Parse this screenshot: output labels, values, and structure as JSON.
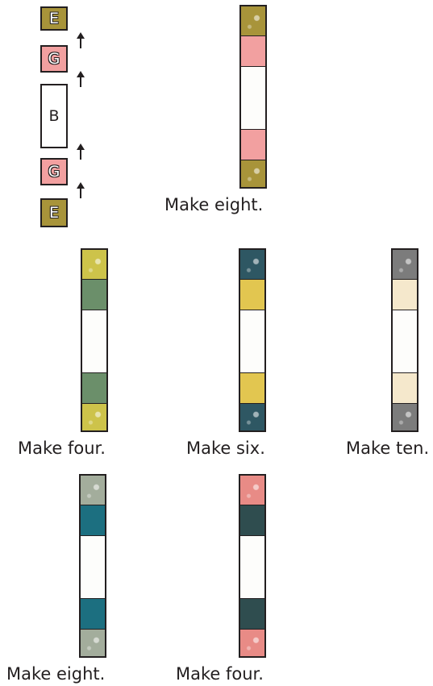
{
  "assembly_key": {
    "pieces": [
      {
        "letter": "E",
        "color": "#a8943a",
        "print": true
      },
      {
        "letter": "G",
        "color": "#f2a0a0",
        "print": false
      },
      {
        "letter": "B",
        "color": "#ffffff",
        "print": false
      },
      {
        "letter": "G",
        "color": "#f2a0a0",
        "print": false
      },
      {
        "letter": "E",
        "color": "#a8943a",
        "print": true
      }
    ],
    "arrow_icon": "arrow-up-icon"
  },
  "strips": [
    {
      "caption": "Make eight.",
      "end_color": "#a8943a",
      "mid_color": "#f2a0a0",
      "center_color": "#fdfdfb"
    },
    {
      "caption": "Make four.",
      "end_color": "#cdc34a",
      "mid_color": "#6b8f6a",
      "center_color": "#fdfdfb"
    },
    {
      "caption": "Make six.",
      "end_color": "#2e5763",
      "mid_color": "#e2c650",
      "center_color": "#fdfdfb"
    },
    {
      "caption": "Make ten.",
      "end_color": "#7c7c7c",
      "mid_color": "#f5e8cc",
      "center_color": "#fdfdfb"
    },
    {
      "caption": "Make eight.",
      "end_color": "#a3ad9c",
      "mid_color": "#1c6f80",
      "center_color": "#fdfdfb"
    },
    {
      "caption": "Make four.",
      "end_color": "#e88b86",
      "mid_color": "#2f4d4f",
      "center_color": "#fdfdfb"
    }
  ]
}
